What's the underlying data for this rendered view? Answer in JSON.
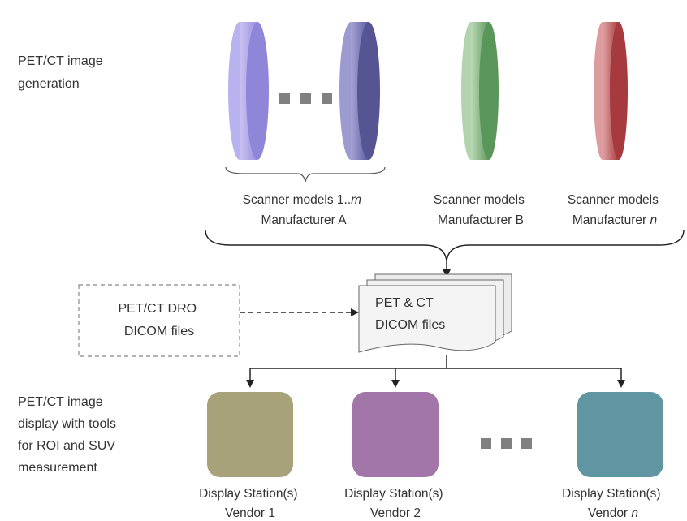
{
  "sections": {
    "generation": [
      "PET/CT image",
      "generation"
    ],
    "display": [
      "PET/CT image",
      "display with tools",
      "for ROI and SUV",
      "measurement"
    ]
  },
  "scanners": {
    "group_a": [
      "Scanner models 1..",
      "m",
      "Manufacturer A"
    ],
    "group_b": [
      "Scanner models",
      "Manufacturer B"
    ],
    "group_n": [
      "Scanner models",
      "Manufacturer ",
      "n"
    ]
  },
  "dro_box": [
    "PET/CT DRO",
    "DICOM files"
  ],
  "dicom_doc": [
    "PET & CT",
    "DICOM files"
  ],
  "stations": {
    "s1": [
      "Display Station(s)",
      "Vendor 1"
    ],
    "s2": [
      "Display Station(s)",
      "Vendor 2"
    ],
    "sn": [
      "Display Station(s)",
      "Vendor ",
      "n"
    ]
  },
  "colors": {
    "scanner_a_light": "#9a91e0",
    "scanner_a_dark": "#6461a8",
    "scanner_b": "#6fa56c",
    "scanner_n": "#b5474b",
    "station_1": "#a8a27a",
    "station_2": "#a276a8",
    "station_n": "#5f96a2",
    "ellipsis": "#808080",
    "line": "#222222"
  },
  "icons": {
    "ellipsis_top": "ellipsis-icon",
    "ellipsis_bottom": "ellipsis-icon"
  }
}
